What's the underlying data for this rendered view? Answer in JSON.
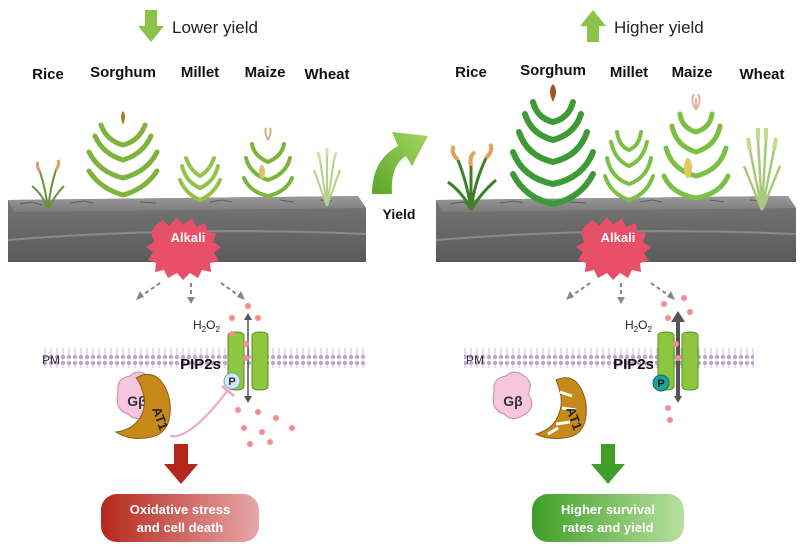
{
  "left_panel": {
    "header": "Lower yield",
    "crops": [
      "Rice",
      "Sorghum",
      "Millet",
      "Maize",
      "Wheat"
    ],
    "soil_stress": "Alkali",
    "h2o2": {
      "base": "H",
      "sub1": "2",
      "mid": "O",
      "sub2": "2"
    },
    "membrane_label": "PM",
    "channel_label": "PIP2s",
    "phospho_label": "P",
    "gbeta_label": "Gβ",
    "at1_label": "AT1",
    "outcome_line1": "Oxidative stress",
    "outcome_line2": "and cell death"
  },
  "right_panel": {
    "header": "Higher yield",
    "crops": [
      "Rice",
      "Sorghum",
      "Millet",
      "Maize",
      "Wheat"
    ],
    "soil_stress": "Alkali",
    "h2o2": {
      "base": "H",
      "sub1": "2",
      "mid": "O",
      "sub2": "2"
    },
    "membrane_label": "PM",
    "channel_label": "PIP2s",
    "phospho_label": "P",
    "gbeta_label": "Gβ",
    "at1_label": "AT1",
    "outcome_line1": "Higher survival",
    "outcome_line2": "rates and yield"
  },
  "center": {
    "yield_label": "Yield"
  },
  "colors": {
    "down_arrow": "#8bc34a",
    "up_arrow": "#8bc34a",
    "alkali": "#e8506a",
    "bad_outcome": "#b5271b",
    "good_outcome": "#3f9e27",
    "channel": "#8dc63f",
    "at1": "#c8891b",
    "gbeta": "#f6c7dc"
  }
}
